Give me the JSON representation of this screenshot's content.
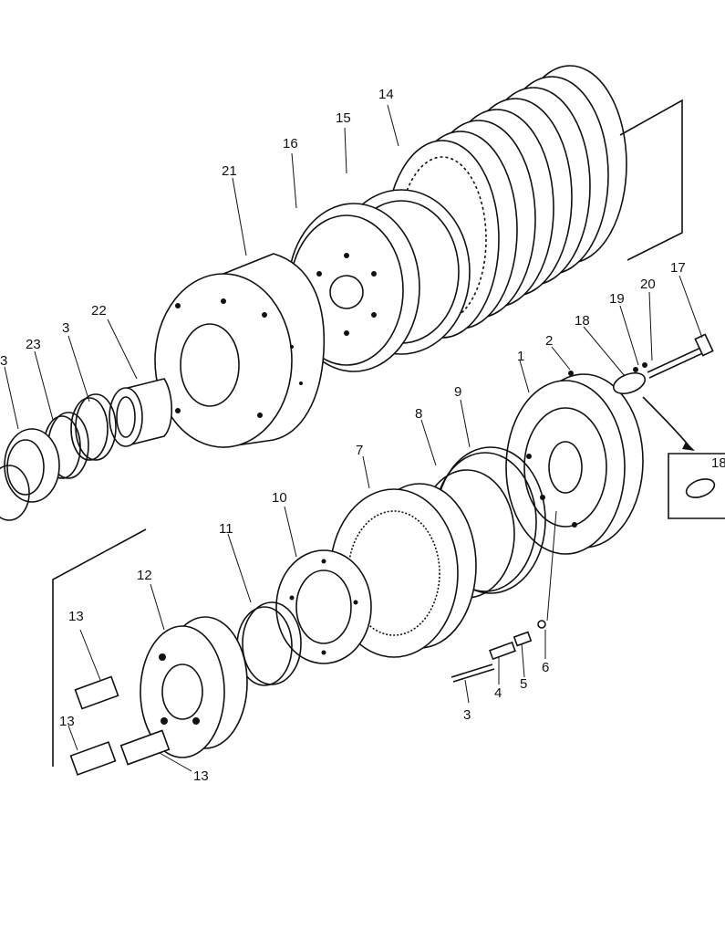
{
  "labels": {
    "l1": "1",
    "l2": "2",
    "l3a": "3",
    "l3b": "3",
    "l3c": "3",
    "l4": "4",
    "l5": "5",
    "l6": "6",
    "l7": "7",
    "l8": "8",
    "l9": "9",
    "l10": "10",
    "l11": "11",
    "l12": "12",
    "l13a": "13",
    "l13b": "13",
    "l13c": "13",
    "l14": "14",
    "l15": "15",
    "l16": "16",
    "l17": "17",
    "l18a": "18",
    "l18b": "18",
    "l19": "19",
    "l20": "20",
    "l21": "21",
    "l22": "22",
    "l23": "23"
  },
  "colors": {
    "line": "#111111",
    "background": "#ffffff"
  }
}
